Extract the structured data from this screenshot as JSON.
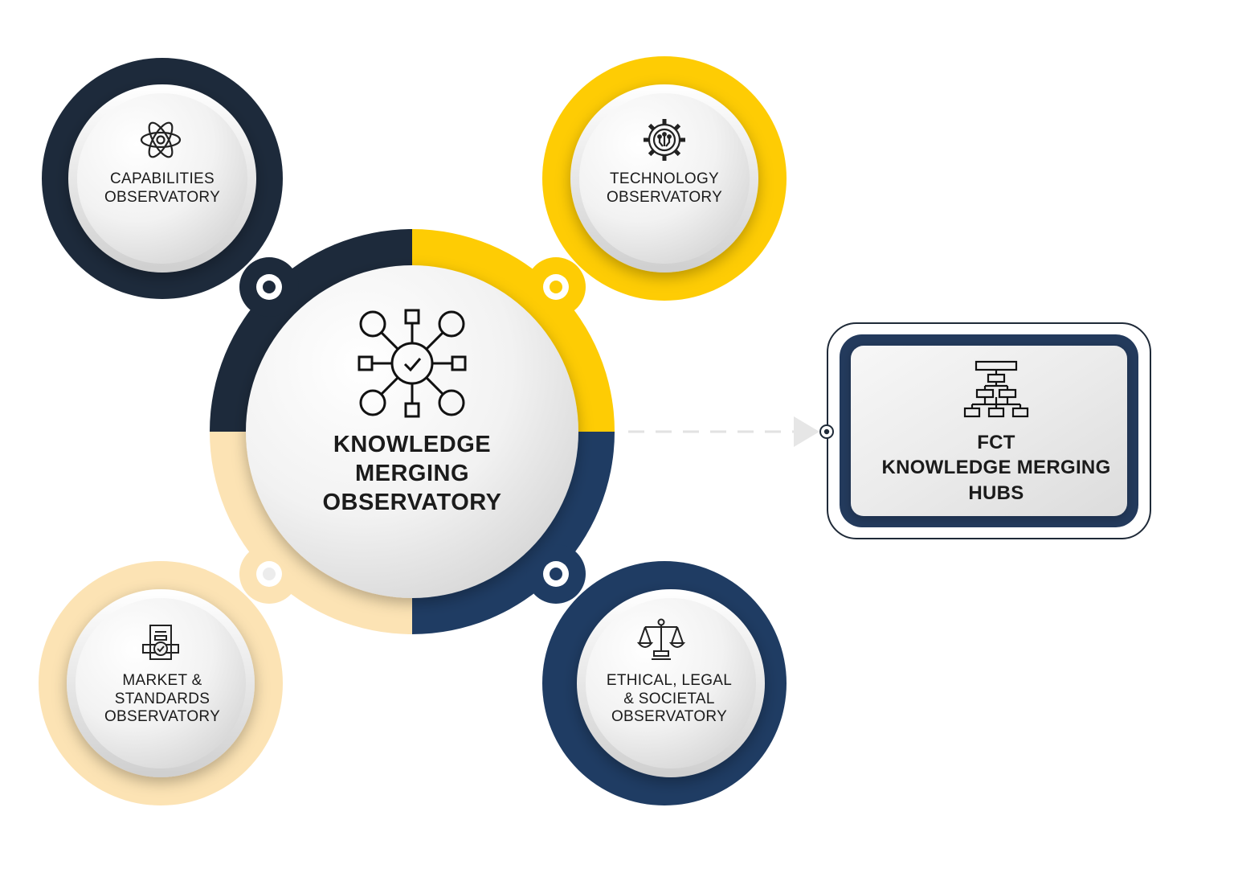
{
  "colors": {
    "dark_navy": "#1d2a3b",
    "yellow": "#fecc04",
    "light_cream": "#fce3b4",
    "blue": "#1f3c63",
    "hub_border": "#233a5c",
    "arrow": "#e2e2e2"
  },
  "center": {
    "lines": [
      "KNOWLEDGE",
      "MERGING",
      "OBSERVATORY"
    ],
    "icon": "network-hub-check-icon"
  },
  "nodes": [
    {
      "id": "capabilities",
      "lines": [
        "CAPABILITIES",
        "OBSERVATORY"
      ],
      "icon": "atom-icon",
      "color": "#1d2a3b"
    },
    {
      "id": "technology",
      "lines": [
        "TECHNOLOGY",
        "OBSERVATORY"
      ],
      "icon": "gear-circuit-icon",
      "color": "#fecc04"
    },
    {
      "id": "market",
      "lines": [
        "MARKET &",
        "STANDARDS",
        "OBSERVATORY"
      ],
      "icon": "certificate-document-icon",
      "color": "#fce3b4"
    },
    {
      "id": "ethical",
      "lines": [
        "ETHICAL, LEGAL",
        "& SOCIETAL",
        "OBSERVATORY"
      ],
      "icon": "balance-scale-icon",
      "color": "#1f3c63"
    }
  ],
  "hub": {
    "lines": [
      "FCT",
      "KNOWLEDGE MERGING",
      "HUBS"
    ],
    "icon": "org-chart-icon"
  }
}
